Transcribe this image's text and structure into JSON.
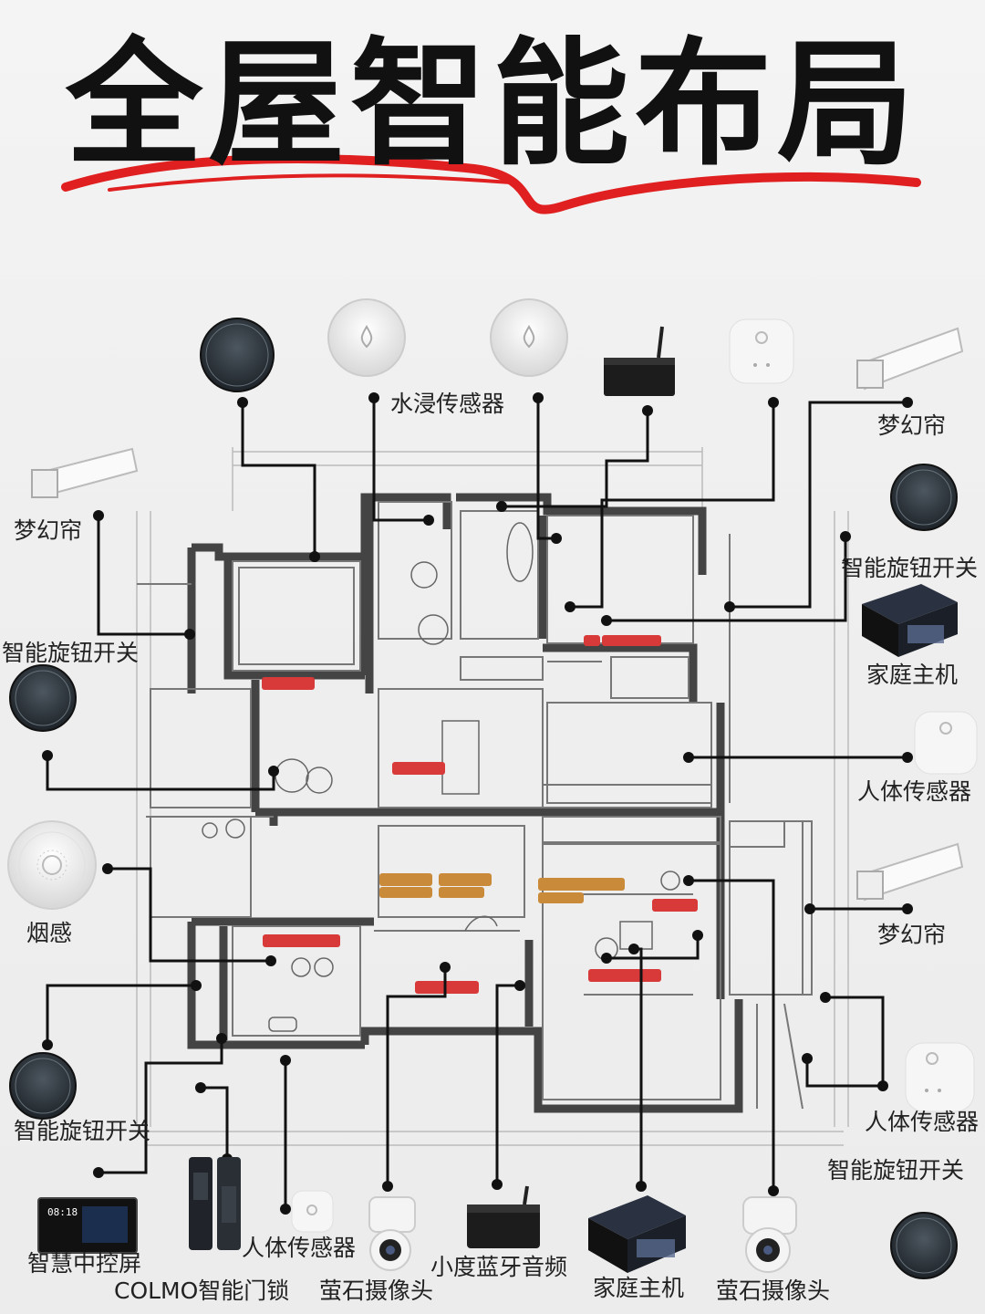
{
  "title": "全屋智能布局",
  "colors": {
    "accent_red": "#e02020",
    "line": "#111111",
    "tag_red": "#d83a3a",
    "tag_orange": "#c98a3a"
  },
  "labels": {
    "water_sensor": "水浸传感器",
    "curtain_top_right": "梦幻帘",
    "curtain_left": "梦幻帘",
    "knob_right_top": "智能旋钮开关",
    "knob_left": "智能旋钮开关",
    "home_hub_right": "家庭主机",
    "body_sensor_right": "人体传感器",
    "smoke": "烟感",
    "curtain_right": "梦幻帘",
    "knob_left_bottom": "智能旋钮开关",
    "body_sensor_right_bottom": "人体传感器",
    "knob_right_bottom": "智能旋钮开关",
    "control_screen": "智慧中控屏",
    "door_lock": "COLMO智能门锁",
    "body_sensor_bottom": "人体传感器",
    "camera_1": "萤石摄像头",
    "bt_audio": "小度蓝牙音频",
    "home_hub_bottom": "家庭主机",
    "camera_2": "萤石摄像头"
  },
  "screen_time": "08:18",
  "icons": [
    "knob-icon",
    "water-sensor-icon",
    "audio-box-icon",
    "body-sensor-icon",
    "curtain-motor-icon",
    "home-hub-icon",
    "smoke-detector-icon",
    "control-screen-icon",
    "door-lock-icon",
    "camera-icon"
  ]
}
